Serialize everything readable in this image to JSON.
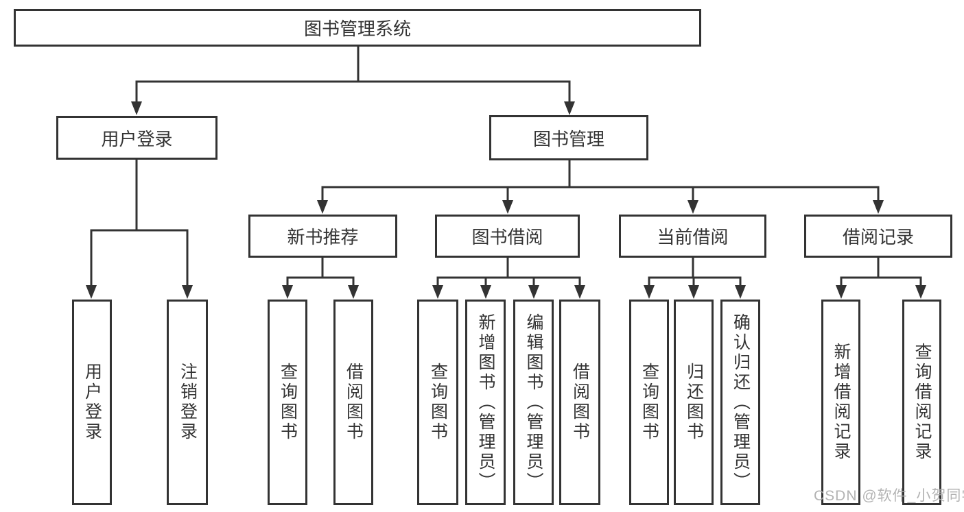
{
  "diagram_title": "图书管理系统",
  "watermark": "CSDN @软件_小贺同学",
  "colors": {
    "line": "#333333",
    "text": "#333333",
    "border": "#333333",
    "background": "#ffffff",
    "watermark": "#ababab"
  },
  "tree": {
    "label": "图书管理系统",
    "children": [
      {
        "label": "用户登录",
        "children": [
          {
            "label": "用户登录"
          },
          {
            "label": "注销登录"
          }
        ]
      },
      {
        "label": "图书管理",
        "children": [
          {
            "label": "新书推荐",
            "children": [
              {
                "label": "查询图书"
              },
              {
                "label": "借阅图书"
              }
            ]
          },
          {
            "label": "图书借阅",
            "children": [
              {
                "label": "查询图书"
              },
              {
                "label": "新增图书（管理员）"
              },
              {
                "label": "编辑图书（管理员）"
              },
              {
                "label": "借阅图书"
              }
            ]
          },
          {
            "label": "当前借阅",
            "children": [
              {
                "label": "查询图书"
              },
              {
                "label": "归还图书"
              },
              {
                "label": "确认归还（管理员）"
              }
            ]
          },
          {
            "label": "借阅记录",
            "children": [
              {
                "label": "新增借阅记录"
              },
              {
                "label": "查询借阅记录"
              }
            ]
          }
        ]
      }
    ]
  }
}
